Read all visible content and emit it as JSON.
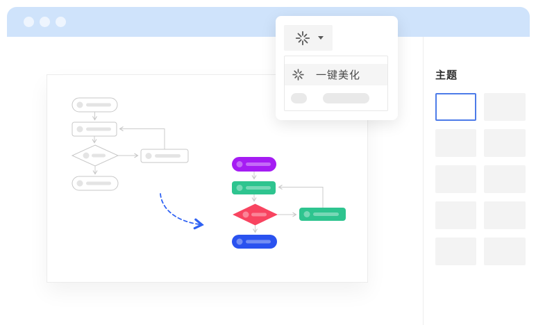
{
  "colors": {
    "header-blue": "#cfe3fb",
    "dot": "rgba(255,255,255,0.65)",
    "divider": "#ededed",
    "canvas-border": "#ececec",
    "grey-stroke": "#c7c7c7",
    "grey-placeholder": "#e4e4e4",
    "connector": "#cbcbcb",
    "purple": "#a51cf3",
    "green": "#2ec48f",
    "red": "#f84460",
    "blue": "#2a52ef",
    "arrow-blue": "#2f62f3",
    "button-bg": "#f4f4f4",
    "menu-border": "#e8e8e8",
    "menu-item-bg": "#f5f5f5",
    "menu-text": "#4a4a4a",
    "placeholder-pill": "#e9e9e9",
    "icon-grey": "#5a5a5a",
    "swatch-bg": "#f3f3f3",
    "selected-border": "#4c7be8"
  },
  "beautify_popover": {
    "menu_item_label": "一键美化"
  },
  "theme_panel": {
    "title": "主题",
    "swatches": [
      {
        "selected": true
      },
      {
        "selected": false
      },
      {
        "selected": false
      },
      {
        "selected": false
      },
      {
        "selected": false
      },
      {
        "selected": false
      },
      {
        "selected": false
      },
      {
        "selected": false
      },
      {
        "selected": false
      },
      {
        "selected": false
      }
    ]
  },
  "canvas_diagrams": {
    "before_flowchart": {
      "style": "grey-outline",
      "nodes": [
        "terminator",
        "process",
        "decision",
        "process-right",
        "terminator"
      ]
    },
    "after_flowchart": {
      "style": "colored",
      "nodes": [
        {
          "type": "terminator",
          "color": "purple"
        },
        {
          "type": "process",
          "color": "green"
        },
        {
          "type": "decision",
          "color": "red"
        },
        {
          "type": "process-right",
          "color": "green"
        },
        {
          "type": "terminator",
          "color": "blue"
        }
      ]
    },
    "transition": "dashed-blue-curved-arrow"
  }
}
